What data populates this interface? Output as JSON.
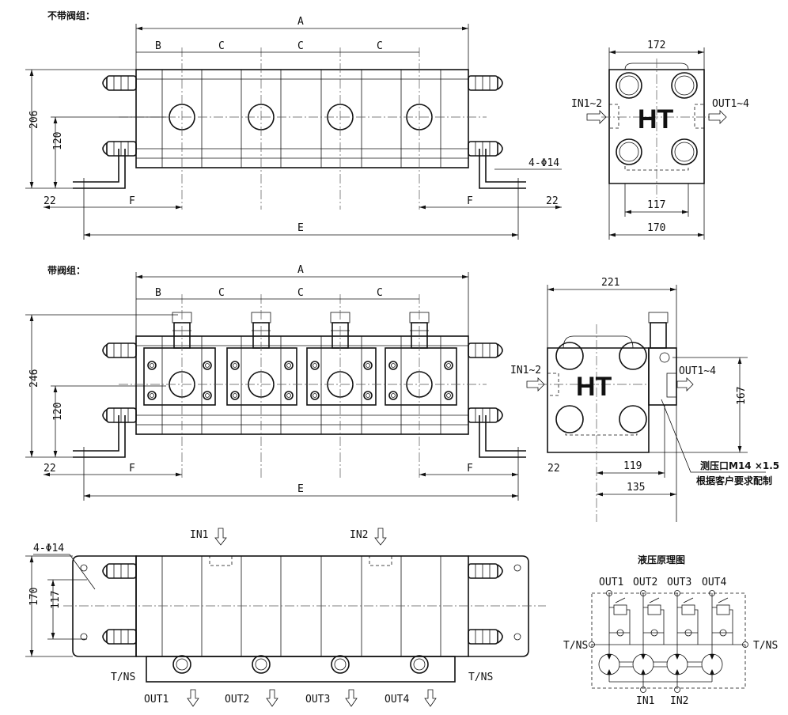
{
  "view1": {
    "title": "不带阀组：",
    "A": "A",
    "B": "B",
    "C": "C",
    "E": "E",
    "F": "F",
    "h206": "206",
    "h120": "120",
    "d22": "22",
    "hole": "4-Φ14"
  },
  "side1": {
    "w172": "172",
    "w117": "117",
    "w170": "170",
    "logo": "HT",
    "in": "IN1~2",
    "out": "OUT1~4"
  },
  "view2": {
    "title": "带阀组：",
    "A": "A",
    "B": "B",
    "C": "C",
    "E": "E",
    "F": "F",
    "h246": "246",
    "h120": "120",
    "d22": "22"
  },
  "side2": {
    "w221": "221",
    "h167": "167",
    "d22": "22",
    "w119": "119",
    "w135": "135",
    "logo": "HT",
    "in": "IN1~2",
    "out": "OUT1~4",
    "note1": "测压口M14 ×1.5",
    "note2": "根据客户要求配制"
  },
  "view3": {
    "hole": "4-Φ14",
    "h170": "170",
    "h117": "117",
    "in1": "IN1",
    "in2": "IN2",
    "tns": "T/NS",
    "outs": [
      "OUT1",
      "OUT2",
      "OUT3",
      "OUT4"
    ]
  },
  "schematic": {
    "title": "液压原理图",
    "outs": [
      "OUT1",
      "OUT2",
      "OUT3",
      "OUT4"
    ],
    "tns": "T/NS",
    "in1": "IN1",
    "in2": "IN2"
  }
}
